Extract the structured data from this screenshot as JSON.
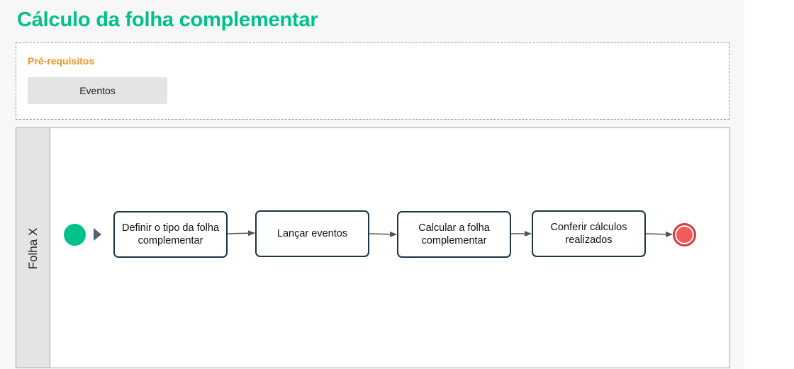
{
  "header": {
    "title": "Cálculo da folha complementar"
  },
  "prerequisites": {
    "label": "Pré-requisitos",
    "items": [
      {
        "label": "Eventos"
      }
    ]
  },
  "pool": {
    "lane_label": "Folha X"
  },
  "process": {
    "tasks": [
      {
        "label": "Definir o tipo da folha complementar"
      },
      {
        "label": "Lançar eventos"
      },
      {
        "label": "Calcular a folha complementar"
      },
      {
        "label": "Conferir cálculos realizados"
      }
    ]
  },
  "colors": {
    "title": "#00c08b",
    "prereq_label": "#f7931e",
    "start_event": "#00c08b",
    "end_event": "#f05a5a",
    "task_border": "#1d3447",
    "connector": "#555555"
  }
}
